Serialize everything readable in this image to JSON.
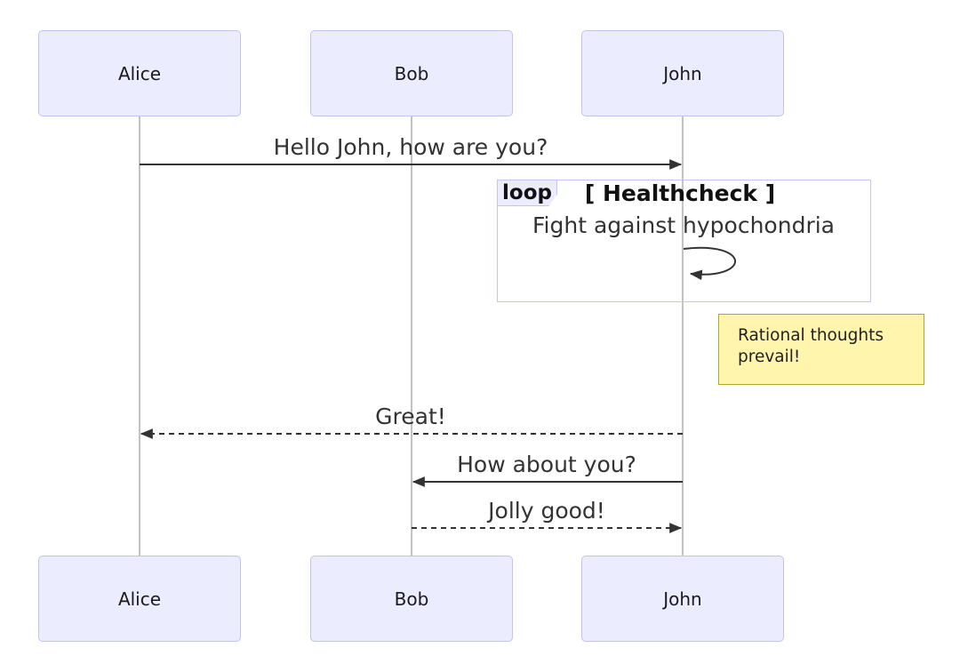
{
  "diagram_type": "sequence-diagram",
  "actors": [
    {
      "name": "Alice"
    },
    {
      "name": "Bob"
    },
    {
      "name": "John"
    }
  ],
  "messages": [
    {
      "from": "Alice",
      "to": "John",
      "text": "Hello John, how are you?",
      "style": "solid"
    },
    {
      "from": "John",
      "to": "John",
      "text": "Fight against hypochondria",
      "style": "self"
    },
    {
      "from": "John",
      "to": "Alice",
      "text": "Great!",
      "style": "dashed"
    },
    {
      "from": "John",
      "to": "Bob",
      "text": "How about you?",
      "style": "solid"
    },
    {
      "from": "Bob",
      "to": "John",
      "text": "Jolly good!",
      "style": "dashed"
    }
  ],
  "loop": {
    "label": "loop",
    "condition": "[ Healthcheck ]"
  },
  "note": {
    "lines": [
      "Rational thoughts",
      "prevail!"
    ]
  },
  "colors": {
    "actor_fill": "#ECECFF",
    "actor_border": "#C2C2F0",
    "lifeline": "#999999",
    "arrow": "#333333",
    "loop_border": "#C5C5F5",
    "note_fill": "#FFF5AD",
    "note_border": "#AAAA33",
    "text": "#333333"
  }
}
